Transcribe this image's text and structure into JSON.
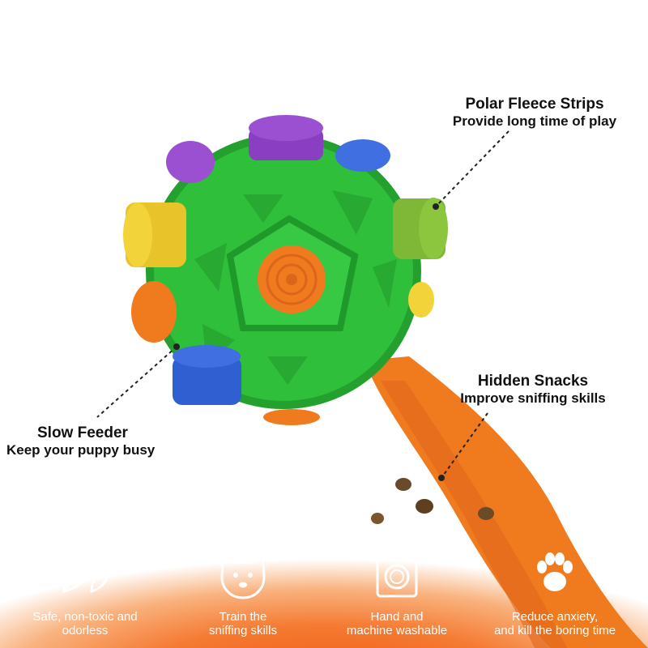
{
  "callouts": {
    "fleece": {
      "title": "Polar Fleece Strips",
      "subtitle": "Provide long time of play"
    },
    "snacks": {
      "title": "Hidden Snacks",
      "subtitle": "Improve sniffing skills"
    },
    "feeder": {
      "title": "Slow Feeder",
      "subtitle": "Keep your puppy busy"
    }
  },
  "features": [
    {
      "icon": "leaf-icon",
      "line1": "Safe, non-toxic and",
      "line2": "odorless"
    },
    {
      "icon": "dog-face-icon",
      "line1": "Train the",
      "line2": "sniffing skills"
    },
    {
      "icon": "washing-machine-icon",
      "line1": "Hand and",
      "line2": "machine washable"
    },
    {
      "icon": "paw-icon",
      "line1": "Reduce anxiety,",
      "line2": "and kill the boring time"
    }
  ],
  "colors": {
    "ball_green": "#2fbf3a",
    "fleece_purple": "#9b4fd1",
    "fleece_blue": "#3f6fe0",
    "fleece_yellow": "#f2d43a",
    "fleece_orange": "#f07a1e",
    "fleece_lime": "#8cc63f",
    "band_orange": "#f05a14"
  }
}
